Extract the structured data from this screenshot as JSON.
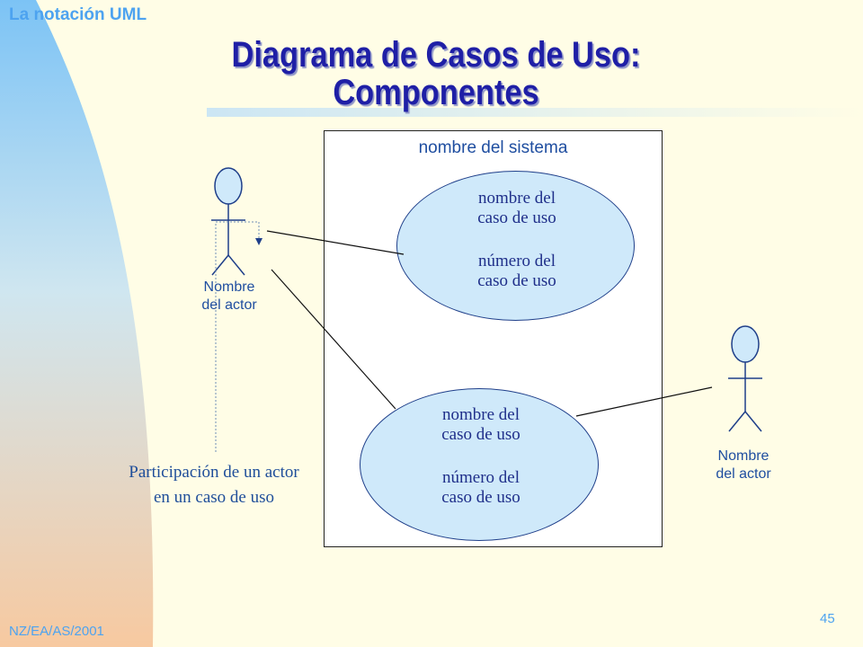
{
  "header": {
    "label": "La notación UML"
  },
  "title": {
    "line1": "Diagrama de Casos de Uso:",
    "line2": "Componentes"
  },
  "system": {
    "name": "nombre del sistema"
  },
  "use_cases": [
    {
      "name_line1": "nombre del",
      "name_line2": "caso de uso",
      "number_line1": "número del",
      "number_line2": "caso de uso"
    },
    {
      "name_line1": "nombre del",
      "name_line2": "caso de uso",
      "number_line1": "número del",
      "number_line2": "caso de uso"
    }
  ],
  "actors": [
    {
      "line1": "Nombre",
      "line2": "del actor"
    },
    {
      "line1": "Nombre",
      "line2": "del actor"
    }
  ],
  "annotation": {
    "line1": "Participación de un actor",
    "line2": "en un caso de uso"
  },
  "footer": {
    "author": "NZ/EA/AS/2001",
    "page": "45"
  },
  "colors": {
    "title": "#1f1fa6",
    "accent": "#4da3f0",
    "use_case_fill": "#cfe9fa",
    "actor_fill": "#cfe9fa",
    "background": "#fffde6"
  }
}
